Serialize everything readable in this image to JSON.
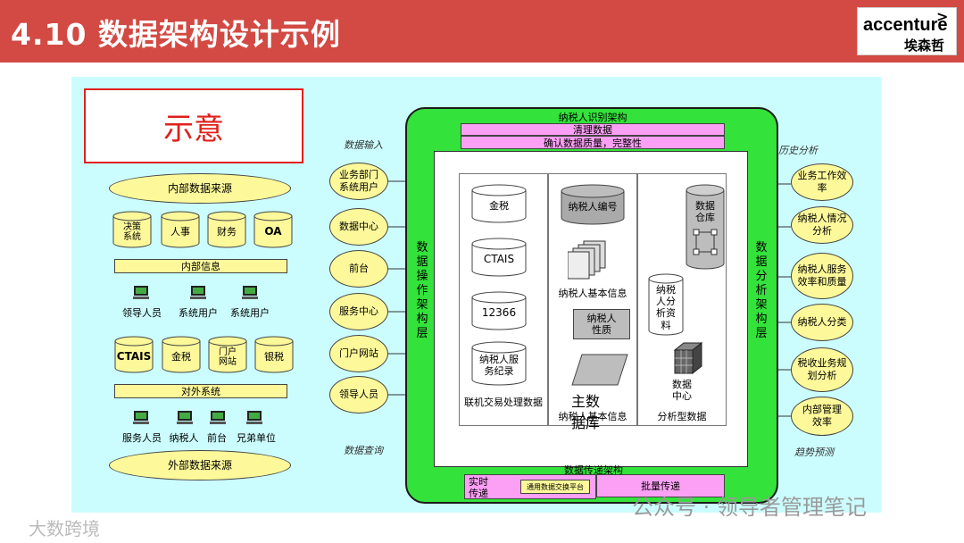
{
  "header": {
    "title": "4.10 数据架构设计示例"
  },
  "logo": {
    "name": "accenture",
    "chinese": "埃森哲",
    "mark": ">"
  },
  "left": {
    "stamp": "示意",
    "internal_source": "内部数据来源",
    "internal_dbs": [
      "决策\n系统",
      "人事",
      "财务",
      "OA"
    ],
    "internal_info": "内部信息",
    "internal_users": [
      "领导人员",
      "系统用户",
      "系统用户"
    ],
    "external_dbs": [
      "CTAIS",
      "金税",
      "门户\n网站",
      "银税"
    ],
    "external_systems": "对外系统",
    "external_users": [
      "服务人员",
      "纳税人",
      "前台",
      "兄弟单位"
    ],
    "external_source": "外部数据来源"
  },
  "labels": {
    "data_input": "数据输入",
    "data_query": "数据查询",
    "history": "历史分析",
    "trend": "趋势预测"
  },
  "inputs": [
    "业务部门\n系统用户",
    "数据中心",
    "前台",
    "服务中心",
    "门户网站",
    "领导人员"
  ],
  "core": {
    "identify": "纳税人识别架构",
    "clean": "清理数据",
    "confirm": "确认数据质量，完整性",
    "ops_layer": "数据操作架构层",
    "analysis_layer": "数据分析架构层",
    "transfer": "数据传递架构",
    "realtime": "实时传递",
    "platform": "通用数据交换平台",
    "batch": "批量传递"
  },
  "columns": {
    "col1": {
      "items": [
        "金税",
        "CTAIS",
        "12366",
        "纳税人服\n务纪录"
      ],
      "caption": "联机交易处理数据"
    },
    "col2": {
      "top": "纳税人编号",
      "docs": "纳税人基本信息",
      "quality": "纳税人\n性质",
      "master": "主数\n据库",
      "caption": "纳税人基本信息"
    },
    "col3": {
      "warehouse": "数据\n仓库",
      "analysis": "纳税\n人分\n析资\n料",
      "center": "数据\n中心",
      "caption": "分析型数据"
    }
  },
  "outputs": [
    "业务工作效\n率",
    "纳税人情况\n分析",
    "纳税人服务\n效率和质量",
    "纳税人分类",
    "税收业务规\n划分析",
    "内部管理\n效率"
  ],
  "watermarks": {
    "left": "大数跨境",
    "right": "公众号 · 领导者管理笔记"
  },
  "colors": {
    "header": "#d24a43",
    "canvas": "#ccfdfe",
    "yellow": "#fdf99a",
    "green": "#33e23a",
    "pink": "#fba0f5"
  }
}
